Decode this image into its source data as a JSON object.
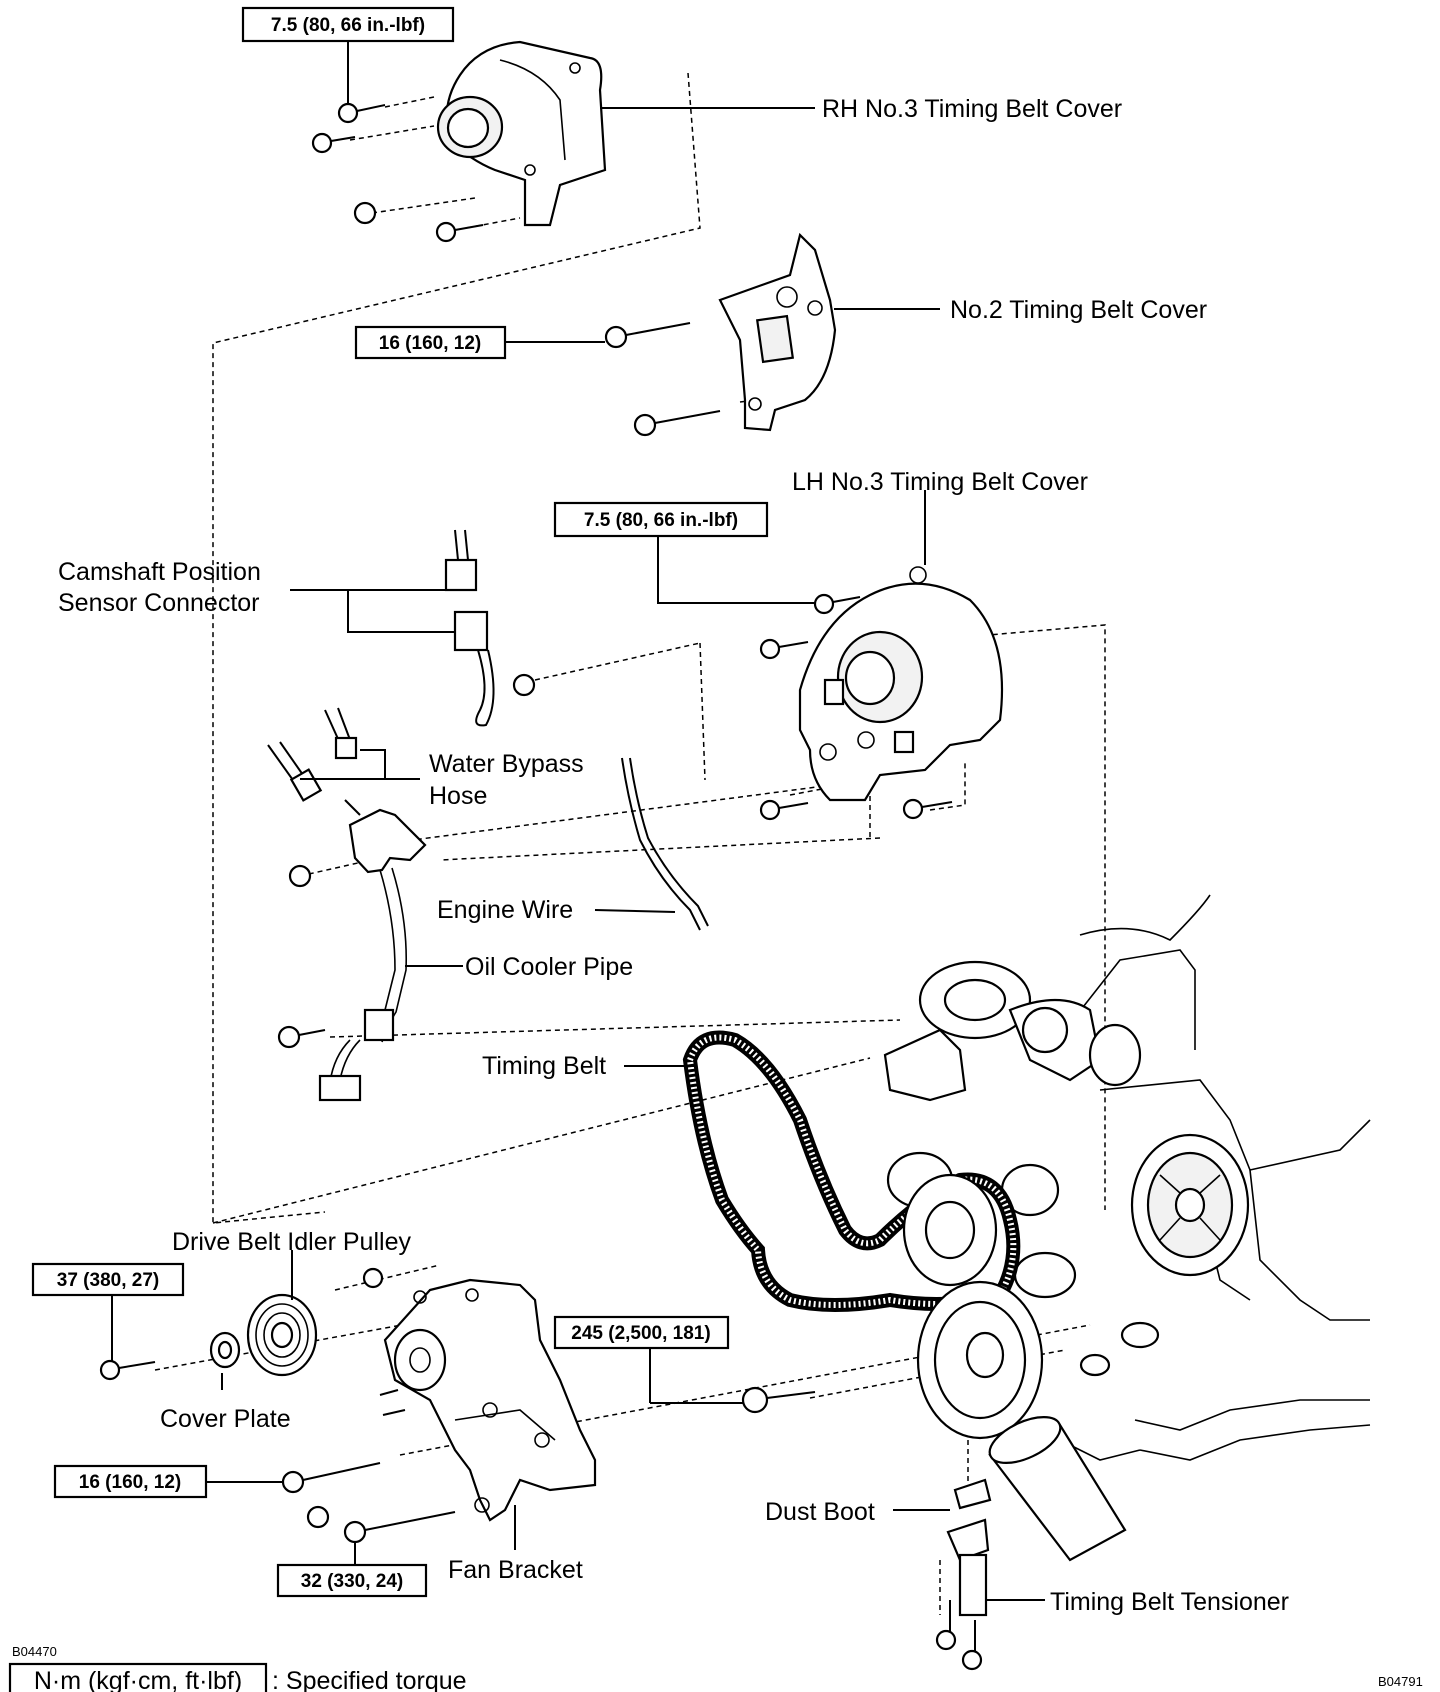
{
  "diagram": {
    "code_left": "B04470",
    "code_right": "B04791",
    "parts": {
      "rh_no3_cover": "RH No.3 Timing Belt Cover",
      "no2_cover": "No.2 Timing Belt Cover",
      "lh_no3_cover": "LH No.3 Timing Belt Cover",
      "cam_sensor_line1": "Camshaft Position",
      "cam_sensor_line2": "Sensor Connector",
      "water_bypass_line1": "Water Bypass",
      "water_bypass_line2": "Hose",
      "engine_wire": "Engine Wire",
      "oil_cooler_pipe": "Oil Cooler Pipe",
      "timing_belt": "Timing Belt",
      "drive_belt_idler_pulley": "Drive Belt Idler Pulley",
      "cover_plate": "Cover Plate",
      "fan_bracket": "Fan Bracket",
      "dust_boot": "Dust Boot",
      "timing_belt_tensioner": "Timing Belt Tensioner"
    },
    "torques": {
      "rh_cover_bolt": "7.5 (80, 66 in.-lbf)",
      "no2_cover_bolt": "16 (160, 12)",
      "lh_cover_bolt": "7.5 (80, 66 in.-lbf)",
      "idler_bolt": "37 (380, 27)",
      "crank_bolt": "245 (2,500, 181)",
      "fan_bracket_bolt": "16 (160, 12)",
      "fan_bracket_nut": "32 (330, 24)"
    },
    "legend": {
      "unit": "N·m (kgf·cm, ft·lbf)",
      "text": ": Specified torque"
    }
  }
}
